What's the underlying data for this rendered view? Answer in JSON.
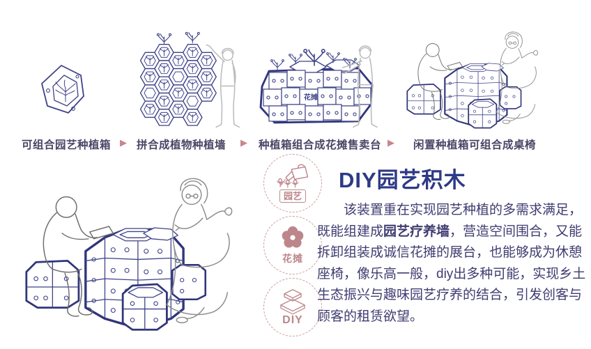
{
  "process": {
    "arrow_icon": "▶",
    "steps": [
      {
        "caption": "可组合园艺种植箱",
        "illustration": "single-hex-planter-box"
      },
      {
        "caption": "拼合成植物种植墙",
        "illustration": "hex-planter-wall-with-person"
      },
      {
        "caption": "种植箱组合成花摊售卖台",
        "illustration": "flower-stall-with-vendor",
        "stall_label": "花摊"
      },
      {
        "caption": "闲置种植箱可组合成桌椅",
        "illustration": "table-and-chairs-with-people"
      }
    ]
  },
  "badges": [
    {
      "label": "园艺",
      "icon": "watering-can-plants-icon"
    },
    {
      "label": "花摊",
      "icon": "flower-icon"
    },
    {
      "label": "DIY",
      "icon": "stacked-blocks-icon"
    }
  ],
  "content": {
    "title": "DIY园艺积木",
    "paragraph": {
      "line1": "该装置重在实现园艺种植的多需求满足，",
      "line2_pre": "既能组建成",
      "line2_bold": "园艺疗养墙",
      "line2_post": "，营造空间围合，又能",
      "line3": "拆卸组装成诚信花摊的展台，也能够成为休憩",
      "line4": "座椅，像乐高一般，diy出多种可能，实现乡土",
      "line5": "生态振兴与趣味园艺疗养的结合，引发创客与",
      "line6": "顾客的租赁欲望。"
    }
  },
  "colors": {
    "line_navy": "#3e4287",
    "outline_navy": "#30357b",
    "title_blue": "#2e3a86",
    "body_text": "#3f3c70",
    "caption_text": "#4a4566",
    "arrow_pink": "#c6878d",
    "badge_rose": "#bd868b",
    "person_gray": "#b9b9b9"
  }
}
